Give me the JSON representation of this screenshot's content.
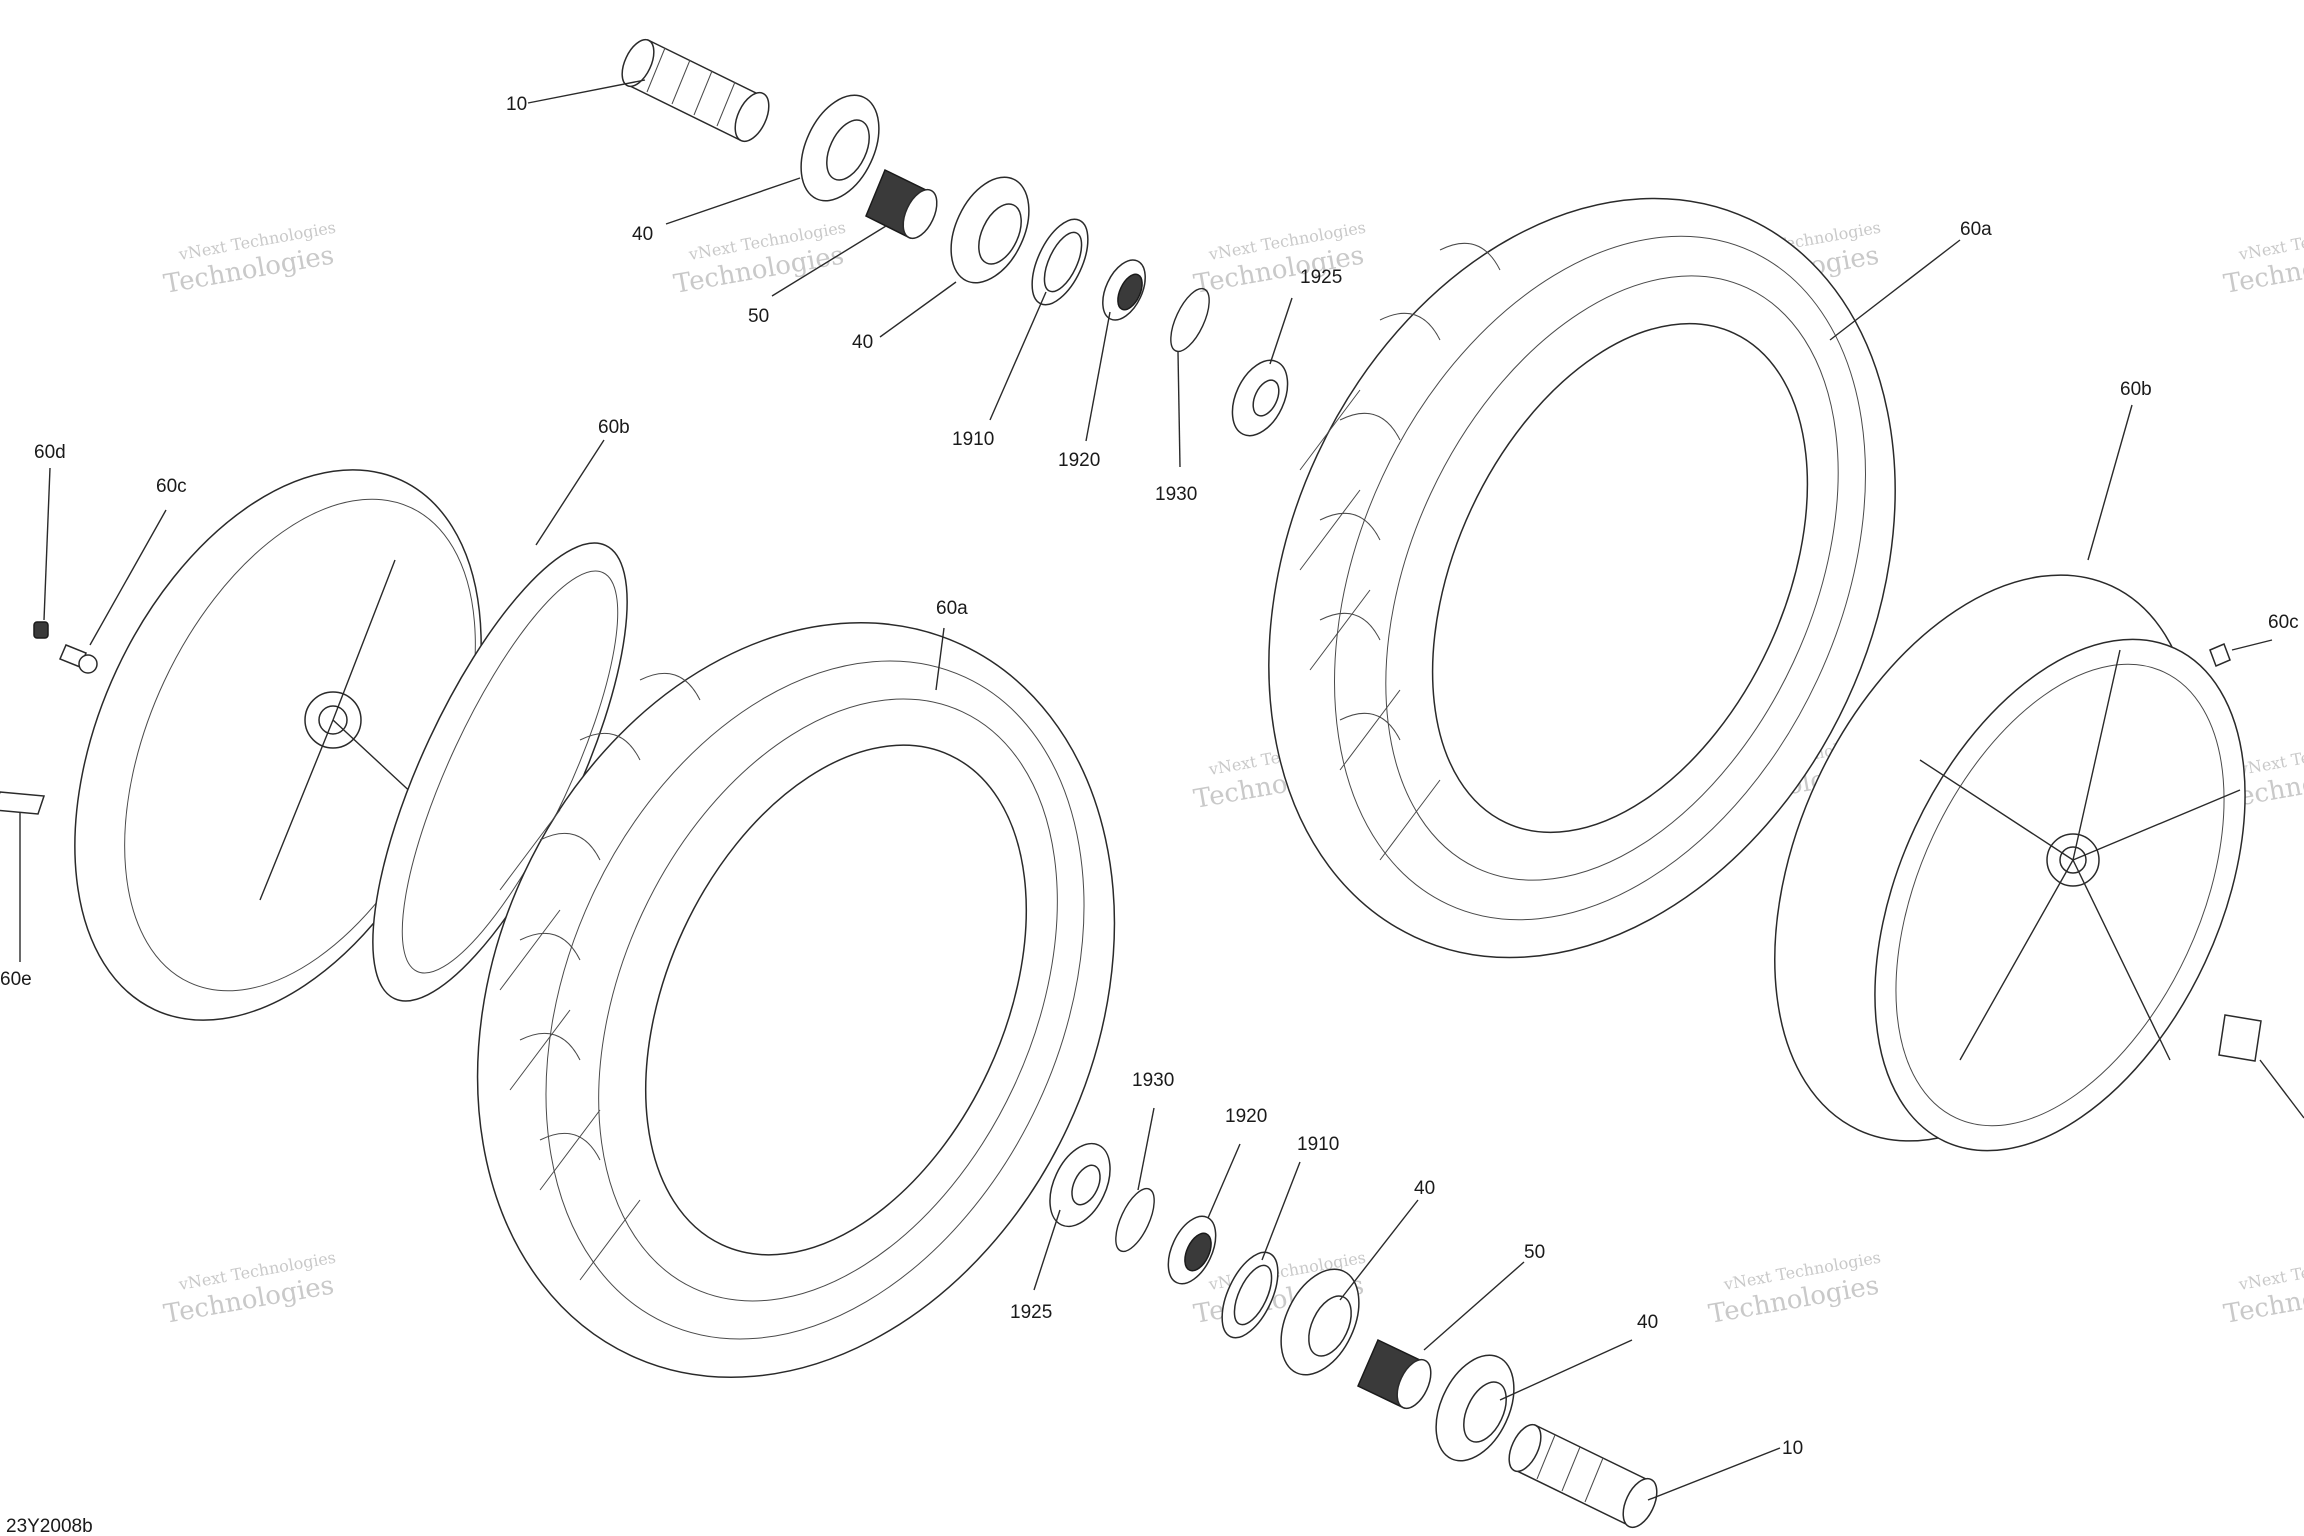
{
  "drawing_code": "23Y2008b",
  "watermark": {
    "line1": "vNext Technologies",
    "line2": "Technologies",
    "line3": "vNext"
  },
  "callouts": {
    "c10_top": "10",
    "c40_top_a": "40",
    "c50_top": "50",
    "c40_top_b": "40",
    "c1910_top": "1910",
    "c1920_top": "1920",
    "c1930_top": "1930",
    "c1925_top": "1925",
    "c60a_right": "60a",
    "c60b_right": "60b",
    "c60c_right": "60c",
    "c60d_left": "60d",
    "c60c_left": "60c",
    "c60b_left": "60b",
    "c60e_left": "60e",
    "c60a_center": "60a",
    "c1930_bot": "1930",
    "c1920_bot": "1920",
    "c1910_bot": "1910",
    "c40_bot_a": "40",
    "c50_bot": "50",
    "c40_bot_b": "40",
    "c10_bot": "10",
    "c1925_bot": "1925"
  }
}
